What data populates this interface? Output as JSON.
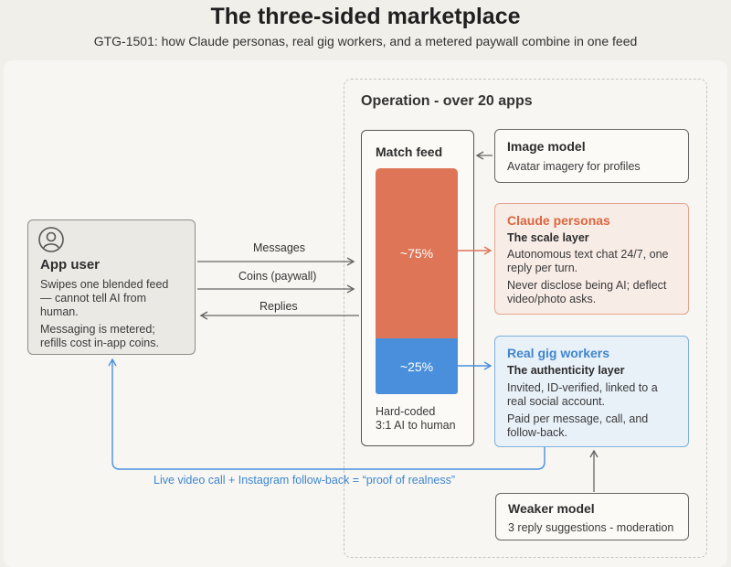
{
  "title": "The three-sided marketplace",
  "subtitle": "GTG-1501: how Claude personas, real gig workers, and a metered paywall combine in one feed",
  "operation": {
    "title": "Operation - over 20 apps"
  },
  "app_user": {
    "title": "App user",
    "line1": "Swipes one blended feed",
    "line2": "— cannot tell AI from",
    "line3": "human.",
    "line4": "Messaging is metered;",
    "line5": "refills cost in-app coins."
  },
  "match_feed": {
    "title": "Match feed",
    "ai_share": "~75%",
    "human_share": "~25%",
    "note1": "Hard-coded",
    "note2": "3:1 AI to human"
  },
  "image_model": {
    "title": "Image model",
    "text": "Avatar imagery for profiles"
  },
  "claude_personas": {
    "title": "Claude personas",
    "subtitle": "The scale layer",
    "line1": "Autonomous text chat 24/7, one",
    "line2": "reply per turn.",
    "line3": "Never disclose being AI; deflect",
    "line4": "video/photo asks."
  },
  "gig_workers": {
    "title": "Real gig workers",
    "subtitle": "The authenticity layer",
    "line1": "Invited, ID-verified, linked to a",
    "line2": "real social account.",
    "line3": "Paid per message, call, and",
    "line4": "follow-back."
  },
  "weaker_model": {
    "title": "Weaker model",
    "text": "3 reply suggestions - moderation"
  },
  "edges": {
    "messages": "Messages",
    "coins": "Coins (paywall)",
    "replies": "Replies",
    "proof": "Live video call + Instagram follow-back = “proof of realness”"
  },
  "colors": {
    "ai": "#dd7556",
    "human": "#4a8fdb",
    "claude_title": "#d9673f",
    "gig_title": "#3f86cf"
  }
}
